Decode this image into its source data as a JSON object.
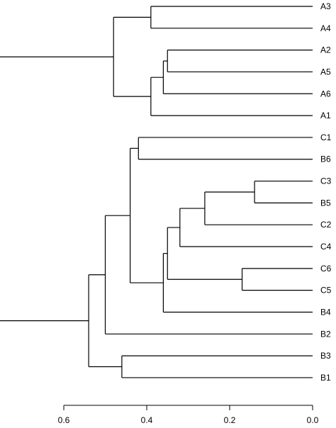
{
  "chart_data": {
    "type": "dendrogram",
    "orientation": "horizontal",
    "leaves": [
      "A3",
      "A4",
      "A2",
      "A5",
      "A6",
      "A1",
      "C1",
      "B6",
      "C3",
      "B5",
      "C2",
      "C4",
      "C6",
      "C5",
      "B4",
      "B2",
      "B3",
      "B1"
    ],
    "tree": {
      "height": 0.76,
      "children": [
        {
          "height": 0.48,
          "children": [
            {
              "height": 0.39,
              "children": [
                {
                  "leaf": "A3"
                },
                {
                  "leaf": "A4"
                }
              ]
            },
            {
              "height": 0.39,
              "children": [
                {
                  "height": 0.36,
                  "children": [
                    {
                      "height": 0.35,
                      "children": [
                        {
                          "leaf": "A2"
                        },
                        {
                          "leaf": "A5"
                        }
                      ]
                    },
                    {
                      "leaf": "A6"
                    }
                  ]
                },
                {
                  "leaf": "A1"
                }
              ]
            }
          ]
        },
        {
          "height": 0.54,
          "children": [
            {
              "height": 0.5,
              "children": [
                {
                  "height": 0.44,
                  "children": [
                    {
                      "height": 0.42,
                      "children": [
                        {
                          "leaf": "C1"
                        },
                        {
                          "leaf": "B6"
                        }
                      ]
                    },
                    {
                      "height": 0.36,
                      "children": [
                        {
                          "height": 0.35,
                          "children": [
                            {
                              "height": 0.32,
                              "children": [
                                {
                                  "height": 0.26,
                                  "children": [
                                    {
                                      "height": 0.14,
                                      "children": [
                                        {
                                          "leaf": "C3"
                                        },
                                        {
                                          "leaf": "B5"
                                        }
                                      ]
                                    },
                                    {
                                      "leaf": "C2"
                                    }
                                  ]
                                },
                                {
                                  "leaf": "C4"
                                }
                              ]
                            },
                            {
                              "height": 0.17,
                              "children": [
                                {
                                  "leaf": "C6"
                                },
                                {
                                  "leaf": "C5"
                                }
                              ]
                            }
                          ]
                        },
                        {
                          "leaf": "B4"
                        }
                      ]
                    }
                  ]
                },
                {
                  "leaf": "B2"
                }
              ]
            },
            {
              "height": 0.46,
              "children": [
                {
                  "leaf": "B3"
                },
                {
                  "leaf": "B1"
                }
              ]
            }
          ]
        }
      ]
    },
    "x_axis": {
      "ticks": [
        0.6,
        0.4,
        0.2,
        0.0
      ],
      "tick_labels": [
        "0.6",
        "0.4",
        "0.2",
        "0.0"
      ],
      "range": [
        0.0,
        0.6
      ],
      "reversed": true
    },
    "title": "",
    "xlabel": "",
    "ylabel": ""
  }
}
